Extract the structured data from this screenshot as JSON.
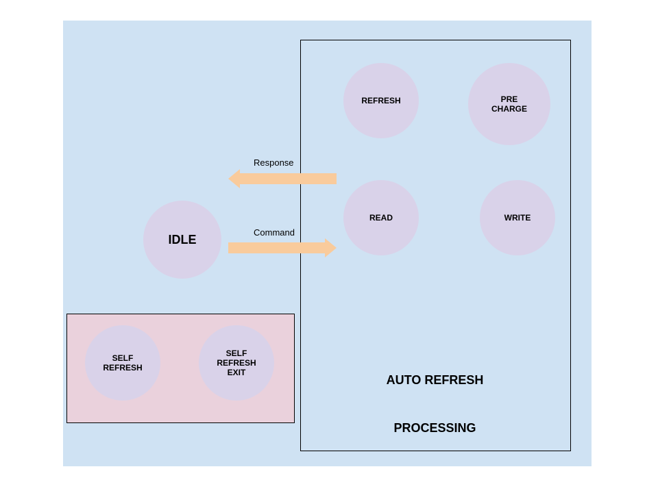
{
  "nodes": {
    "idle": "IDLE",
    "refresh": "REFRESH",
    "precharge": "PRE\nCHARGE",
    "read": "READ",
    "write": "WRITE",
    "self_refresh": "SELF\nREFRESH",
    "self_refresh_exit": "SELF\nREFRESH\nEXIT"
  },
  "arrows": {
    "response_label": "Response",
    "command_label": "Command"
  },
  "captions": {
    "auto_refresh": "AUTO REFRESH",
    "processing": "PROCESSING"
  },
  "colors": {
    "background": "#cfe2f3",
    "node_fill": "#d9d2e9",
    "self_refresh_group": "#ead1dc",
    "arrow_fill": "#f9cb9c"
  }
}
